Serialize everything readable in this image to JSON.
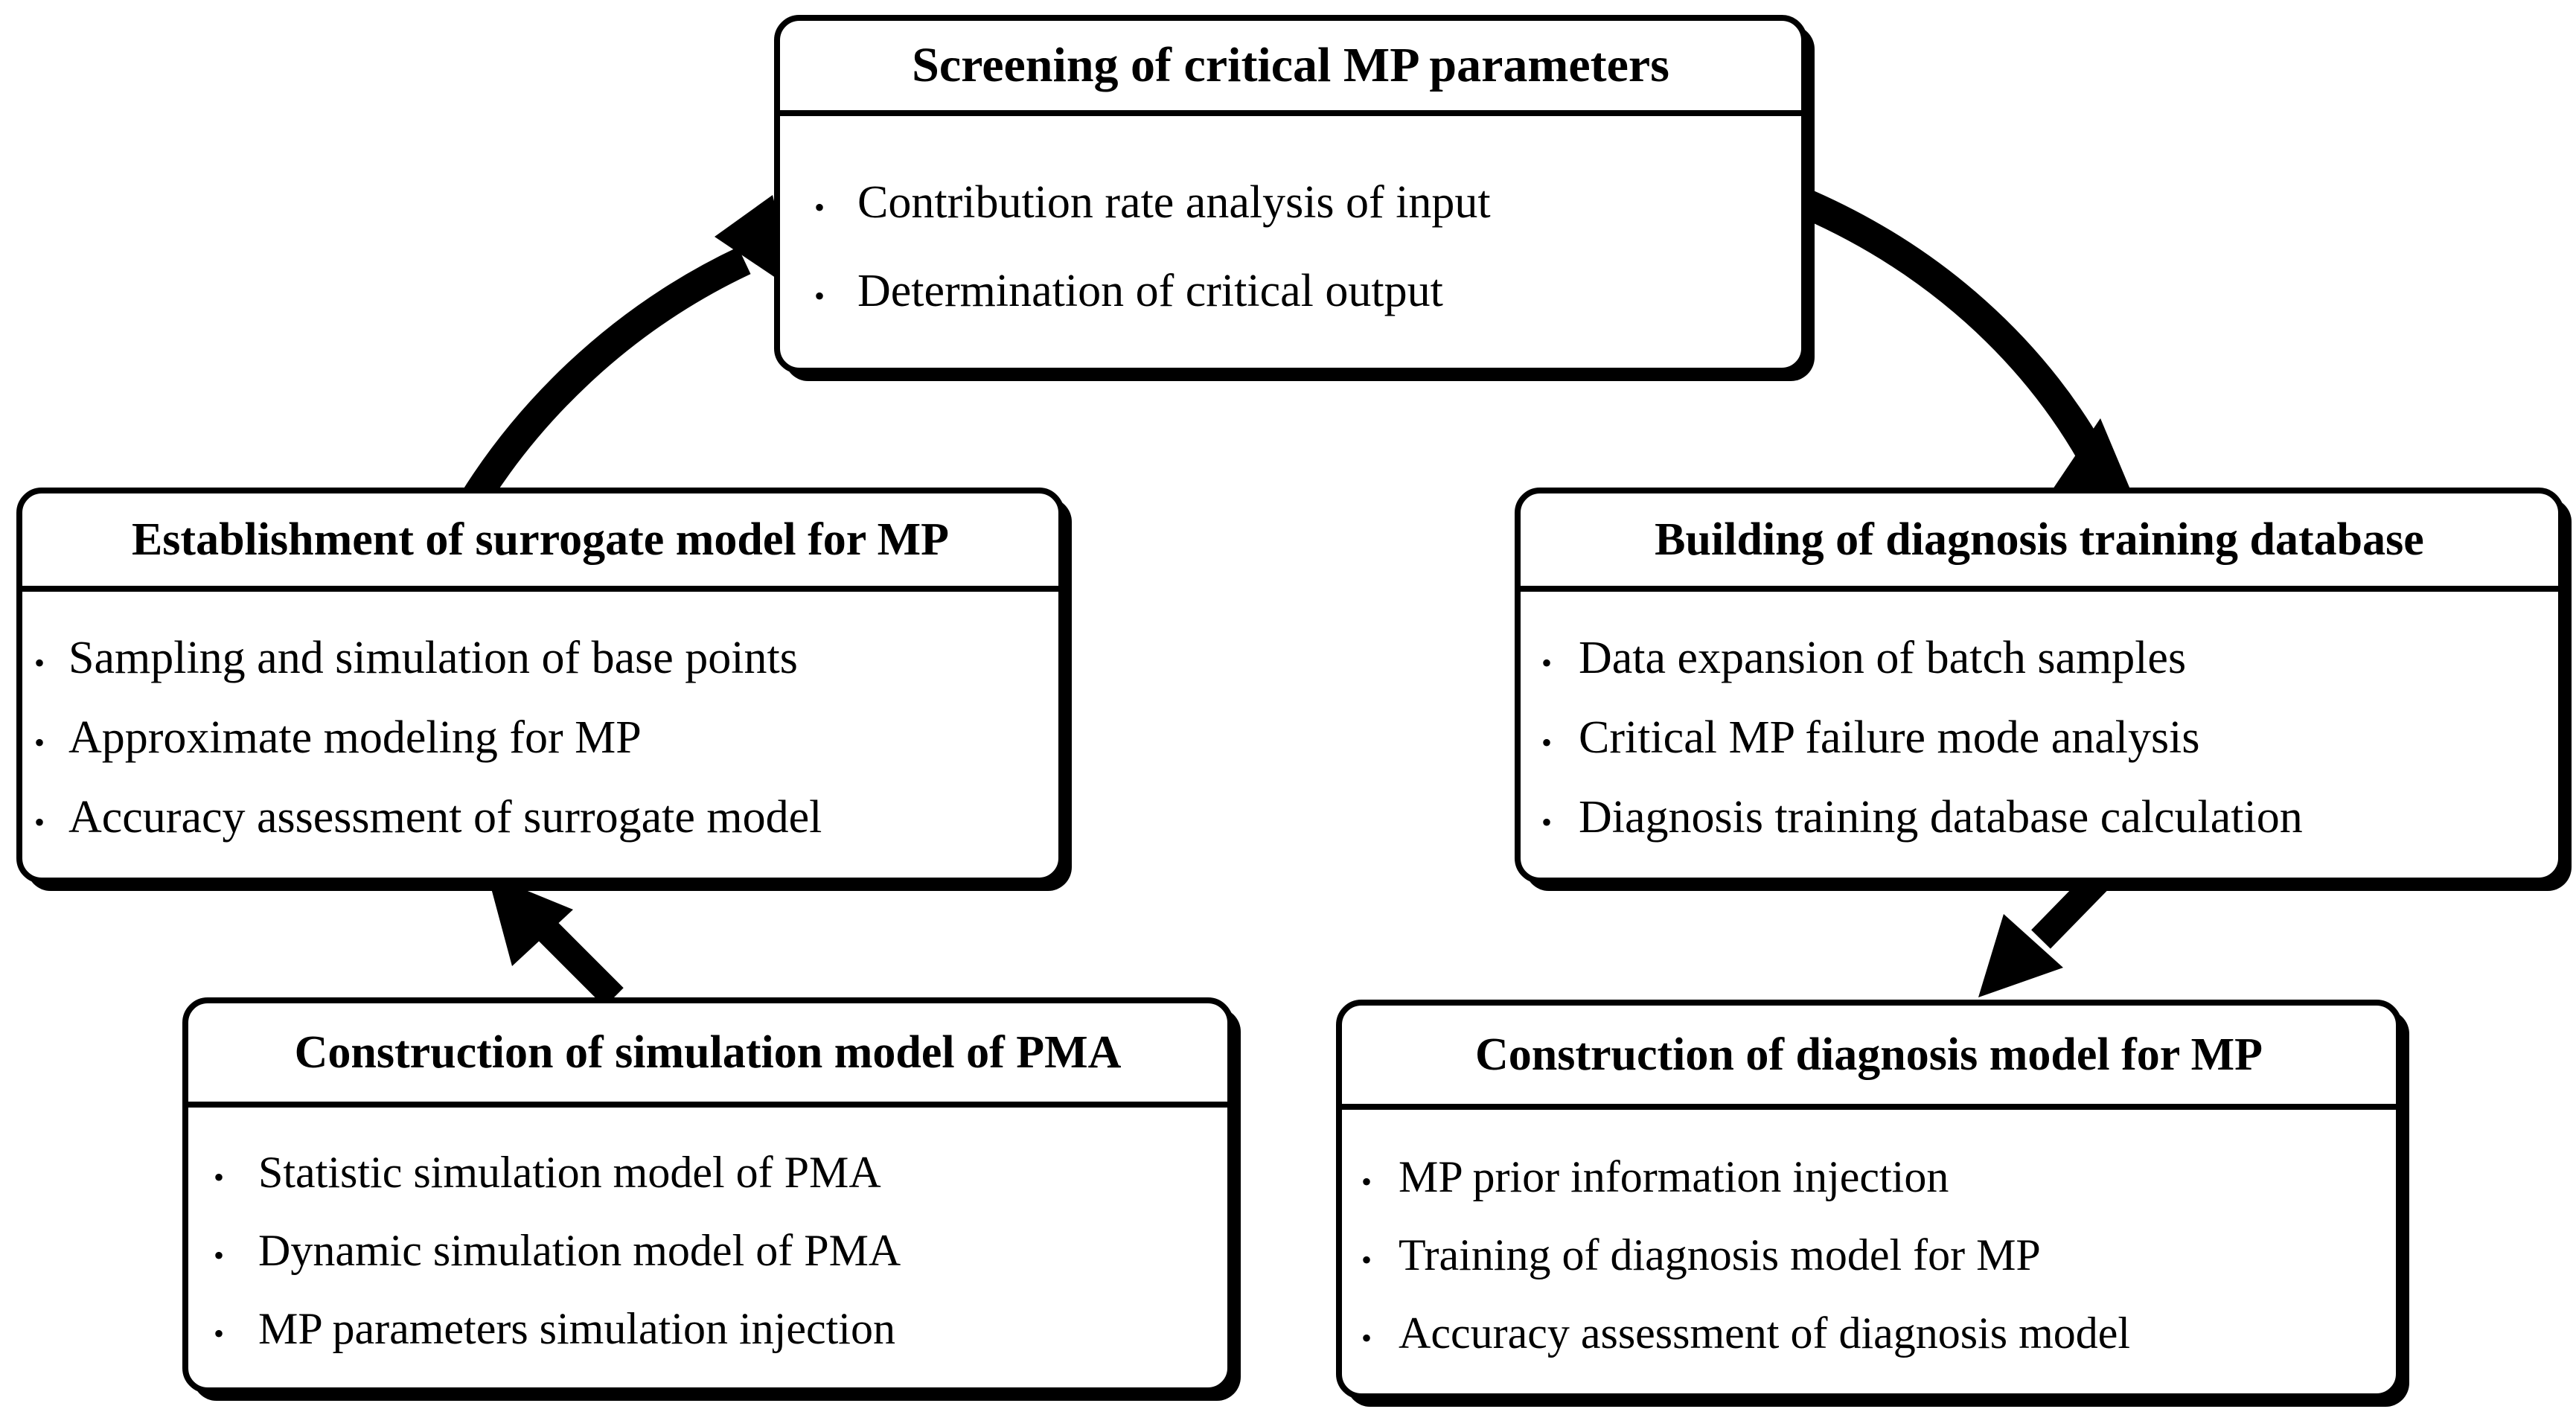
{
  "diagram": {
    "type": "flowchart",
    "title": "Methodology flowchart for MP surrogate modeling and diagnosis",
    "colors": {
      "stroke": "#000000",
      "fill": "#ffffff",
      "text": "#000000"
    },
    "nodes": [
      {
        "id": "screening",
        "title": "Screening of critical MP parameters",
        "bullet_glyph": "•",
        "items": [
          "Contribution rate analysis of input",
          "Determination of critical output"
        ]
      },
      {
        "id": "surrogate",
        "title": "Establishment of surrogate model for MP",
        "bullet_glyph": "•",
        "items": [
          "Sampling and simulation of base points",
          "Approximate modeling for MP",
          "Accuracy assessment of surrogate model"
        ]
      },
      {
        "id": "database",
        "title": "Building of diagnosis training database",
        "bullet_glyph": "•",
        "items": [
          "Data expansion of batch samples",
          "Critical MP failure mode analysis",
          "Diagnosis training database calculation"
        ]
      },
      {
        "id": "simulation",
        "title": "Construction of simulation model of PMA",
        "bullet_glyph": "•",
        "items": [
          "Statistic simulation model of PMA",
          "Dynamic simulation model of PMA",
          "MP parameters simulation injection"
        ]
      },
      {
        "id": "diagnosis",
        "title": "Construction of diagnosis model  for MP",
        "bullet_glyph": "•",
        "items": [
          "MP prior information injection",
          " Training of diagnosis model for MP",
          "Accuracy assessment of diagnosis model"
        ]
      }
    ],
    "edges": [
      {
        "id": "surrogate-to-screening",
        "from": "surrogate",
        "to": "screening",
        "style": "curved-arc",
        "direction": "up-right"
      },
      {
        "id": "screening-to-database",
        "from": "screening",
        "to": "database",
        "style": "curved-arc",
        "direction": "down-right"
      },
      {
        "id": "simulation-to-surrogate",
        "from": "simulation",
        "to": "surrogate",
        "style": "straight",
        "direction": "up-left"
      },
      {
        "id": "database-to-diagnosis",
        "from": "database",
        "to": "diagnosis",
        "style": "straight",
        "direction": "down-left"
      }
    ]
  }
}
